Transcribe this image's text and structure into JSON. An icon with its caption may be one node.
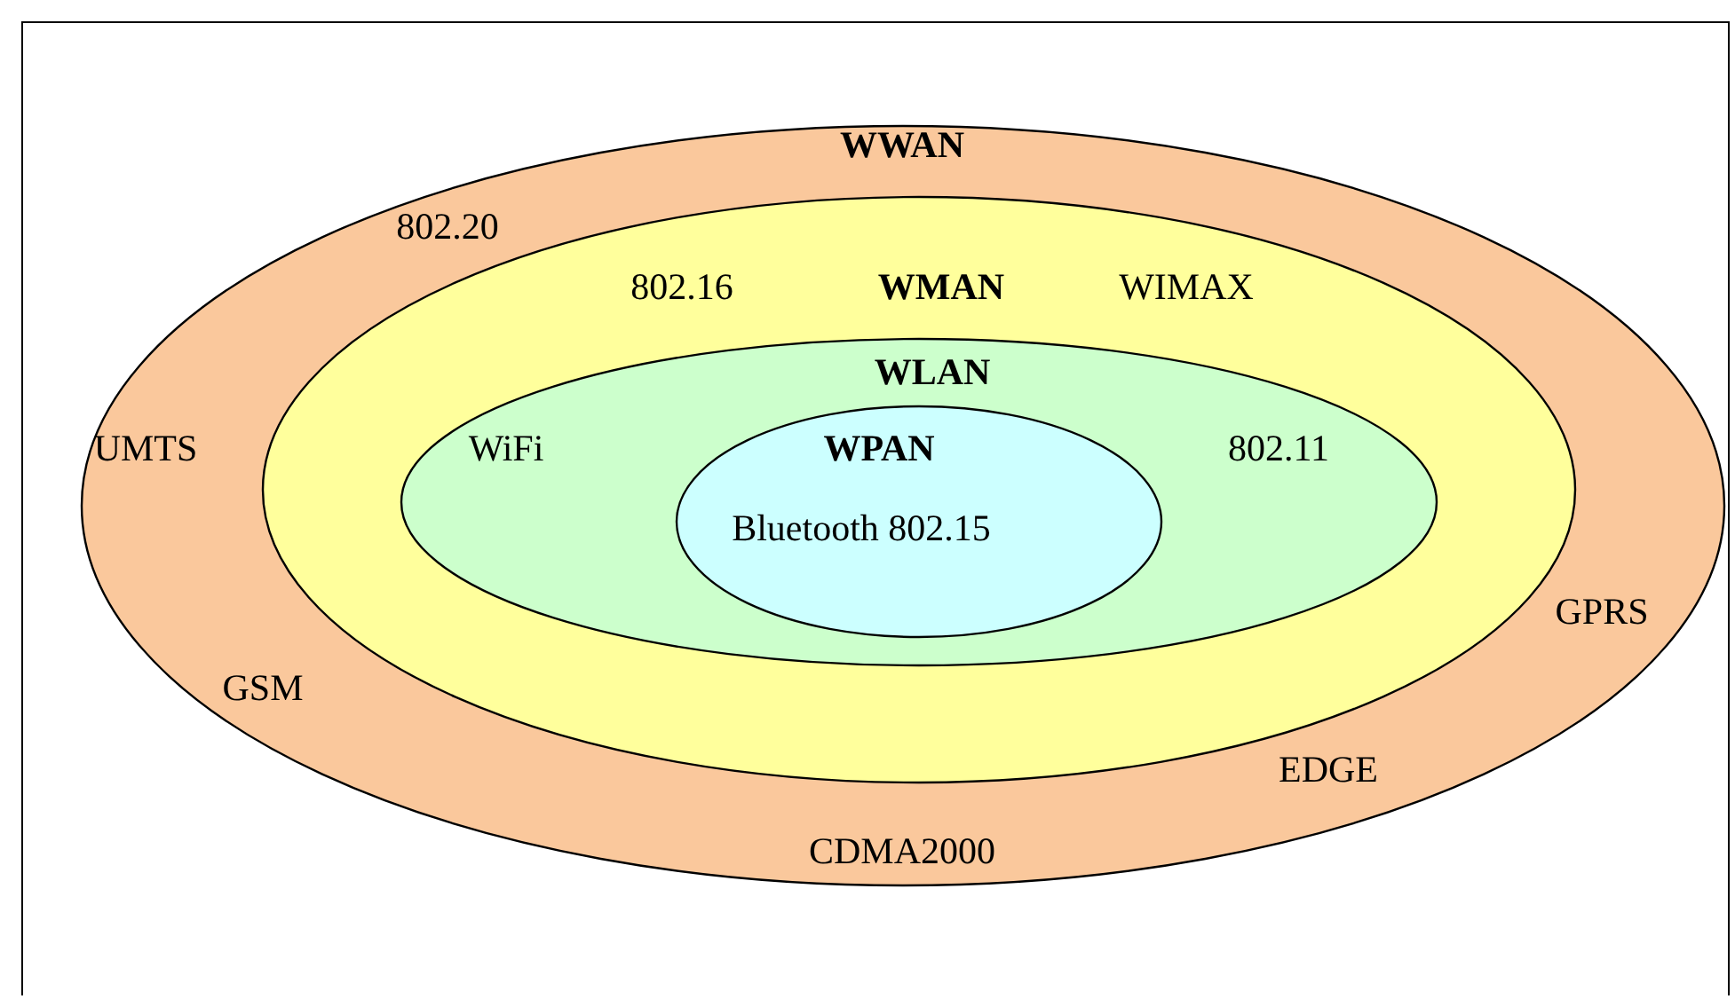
{
  "diagram": {
    "nodes": [
      {
        "text": [
          "WWAN",
          "802.20",
          "UMTS",
          "GSM",
          "CDMA2000",
          "EDGE",
          "GPRS"
        ]
      },
      {
        "text": [
          "802.16",
          "WMAN",
          "WIMAX"
        ],
        "in": 0
      },
      {
        "text": [
          "WLAN",
          "WiFi",
          "802.11"
        ],
        "in": 1
      },
      {
        "text": [
          "WPAN",
          "Bluetooth 802.15"
        ],
        "in": 2
      }
    ]
  }
}
